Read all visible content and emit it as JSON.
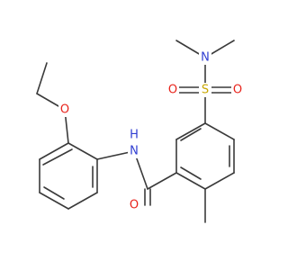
{
  "molecule": {
    "atom_labels": {
      "n_top": "N",
      "s": "S",
      "o_s_left": "O",
      "o_s_right": "O",
      "o_ether": "O",
      "nh": "H",
      "nh_n": "N",
      "o_carbonyl": "O"
    },
    "colors": {
      "bond": "#3a3a3a",
      "nitrogen": "#2f3dd1",
      "oxygen": "#e8231b",
      "sulfur": "#c9a700"
    }
  }
}
